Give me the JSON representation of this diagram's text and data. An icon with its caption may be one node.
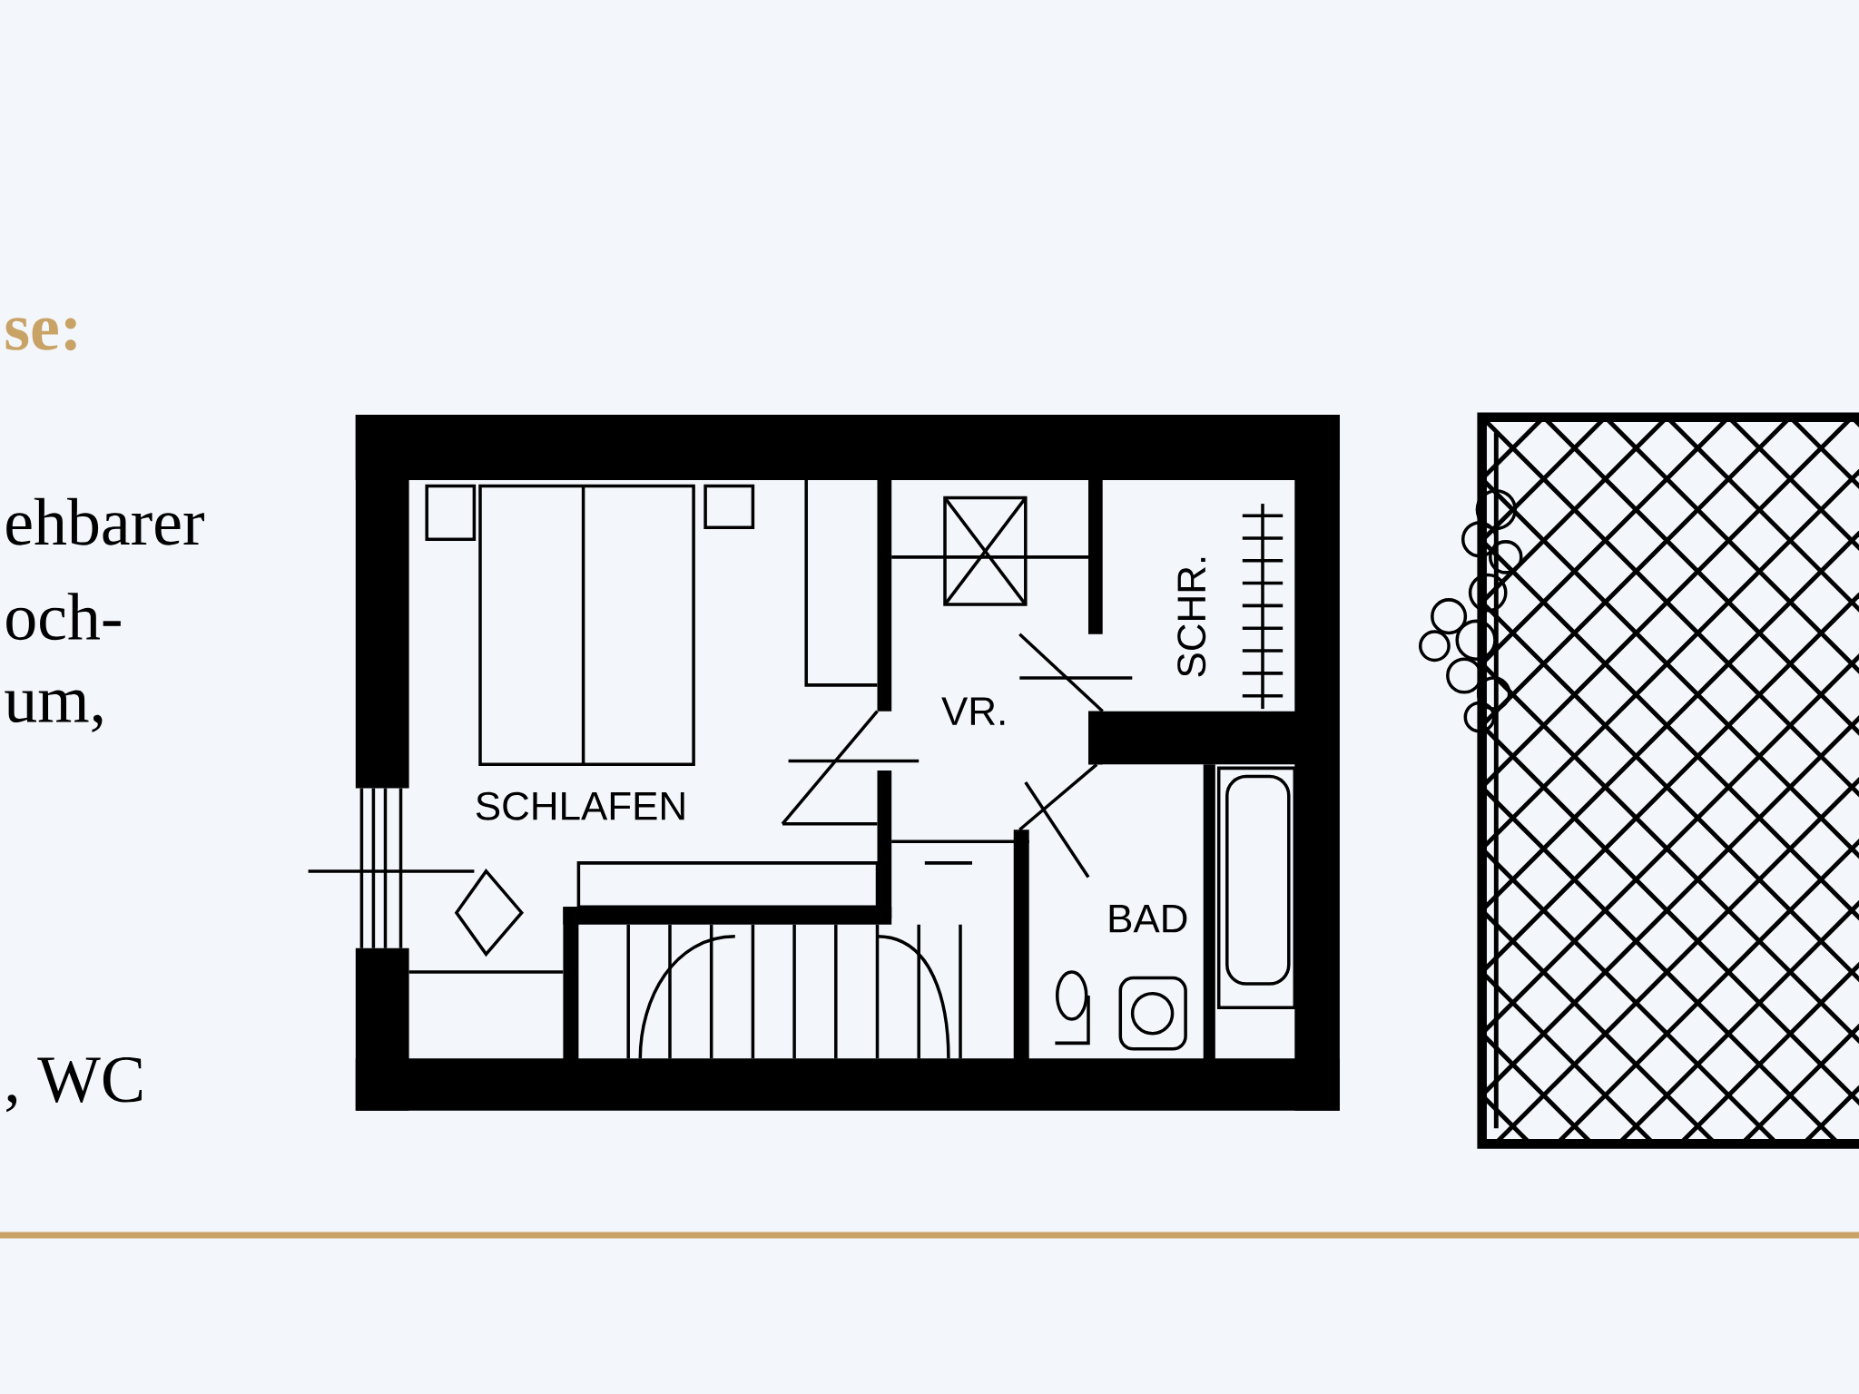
{
  "diagram": {
    "labels": [
      "se:",
      "ehbarer",
      "och-",
      "um,",
      ", WC",
      "SCHLAFEN",
      "VR.",
      "SCHR.",
      "BAD"
    ]
  }
}
